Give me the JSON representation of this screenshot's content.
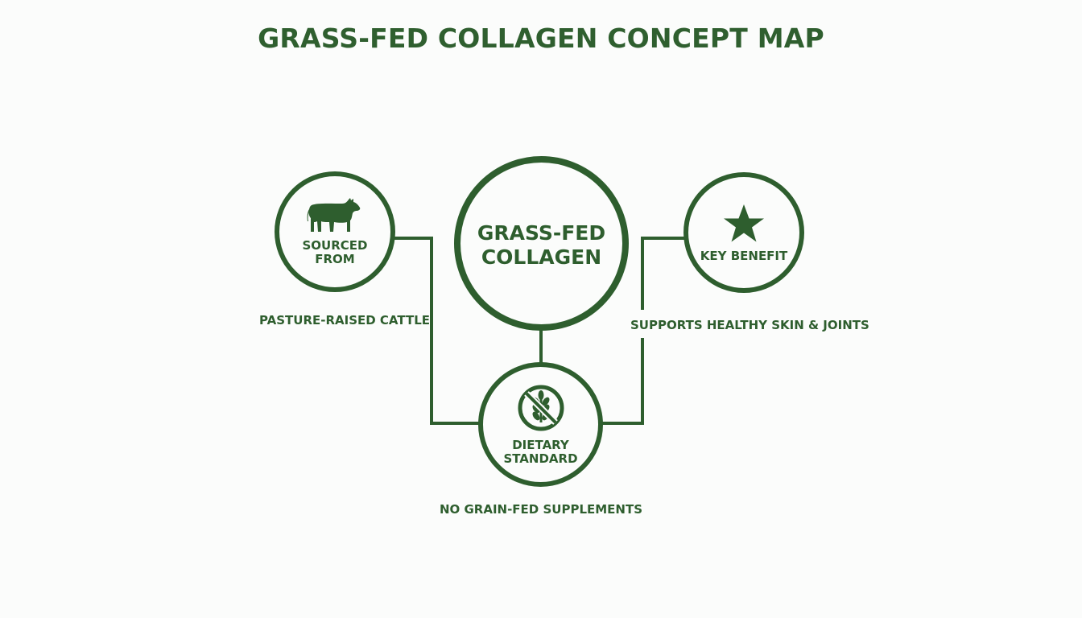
{
  "title": "GRASS-FED COLLAGEN CONCEPT MAP",
  "colors": {
    "primary": "#2e5e2e",
    "background": "#fbfcfb"
  },
  "center_node": {
    "label": "GRASS-FED\nCOLLAGEN"
  },
  "nodes": {
    "source": {
      "label": "SOURCED\nFROM",
      "icon": "cow-icon",
      "caption": "PASTURE-RAISED CATTLE"
    },
    "benefit": {
      "label": "KEY BENEFIT",
      "icon": "star-icon",
      "caption": "SUPPORTS HEALTHY SKIN & JOINTS"
    },
    "dietary": {
      "label": "DIETARY\nSTANDARD",
      "icon": "no-grain-icon",
      "caption": "NO GRAIN-FED SUPPLEMENTS"
    }
  }
}
